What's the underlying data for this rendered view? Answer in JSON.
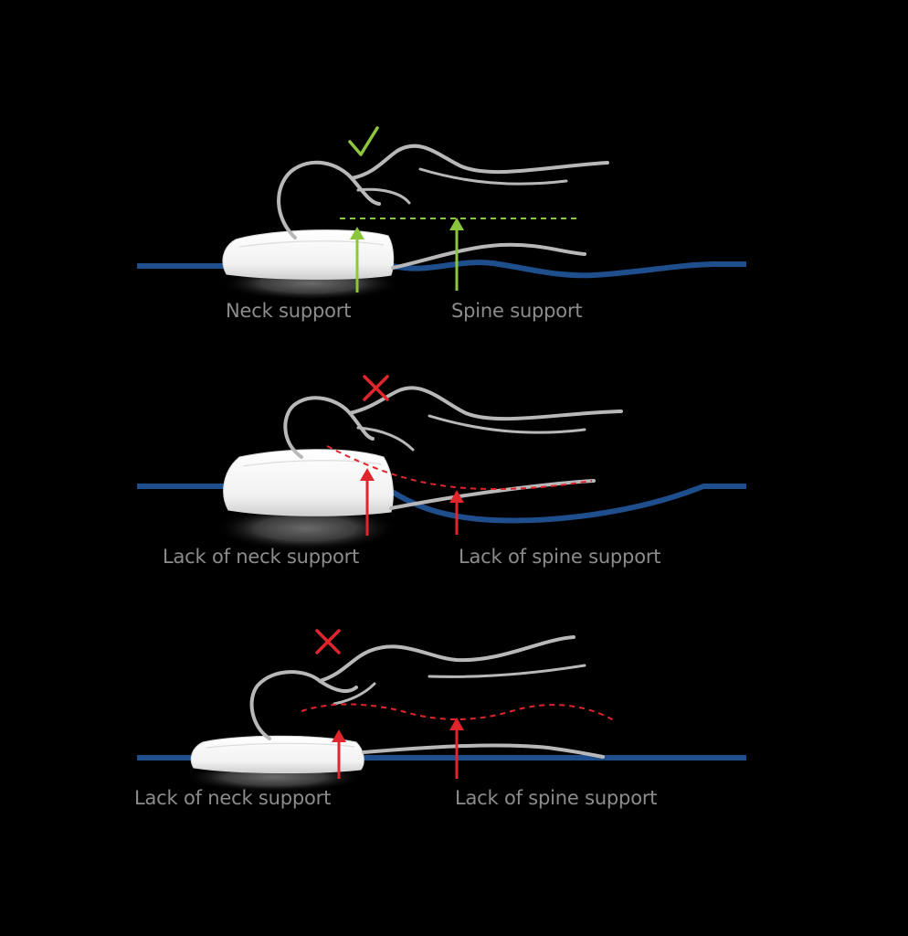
{
  "panels": [
    {
      "status": "correct",
      "status_mark": "check",
      "colors": {
        "indicator": "#8cc63f",
        "mattress": "#1f4e8c",
        "figure": "#b8b8b8"
      },
      "labels": {
        "neck": "Neck support",
        "spine": "Spine support"
      }
    },
    {
      "status": "incorrect",
      "status_mark": "cross",
      "colors": {
        "indicator": "#e0262d",
        "mattress": "#1f4e8c",
        "figure": "#b8b8b8"
      },
      "labels": {
        "neck": "Lack of neck support",
        "spine": "Lack of spine support"
      }
    },
    {
      "status": "incorrect",
      "status_mark": "cross",
      "colors": {
        "indicator": "#e0262d",
        "mattress": "#1f4e8c",
        "figure": "#b8b8b8"
      },
      "labels": {
        "neck": "Lack of neck support",
        "spine": "Lack of spine support"
      }
    }
  ]
}
